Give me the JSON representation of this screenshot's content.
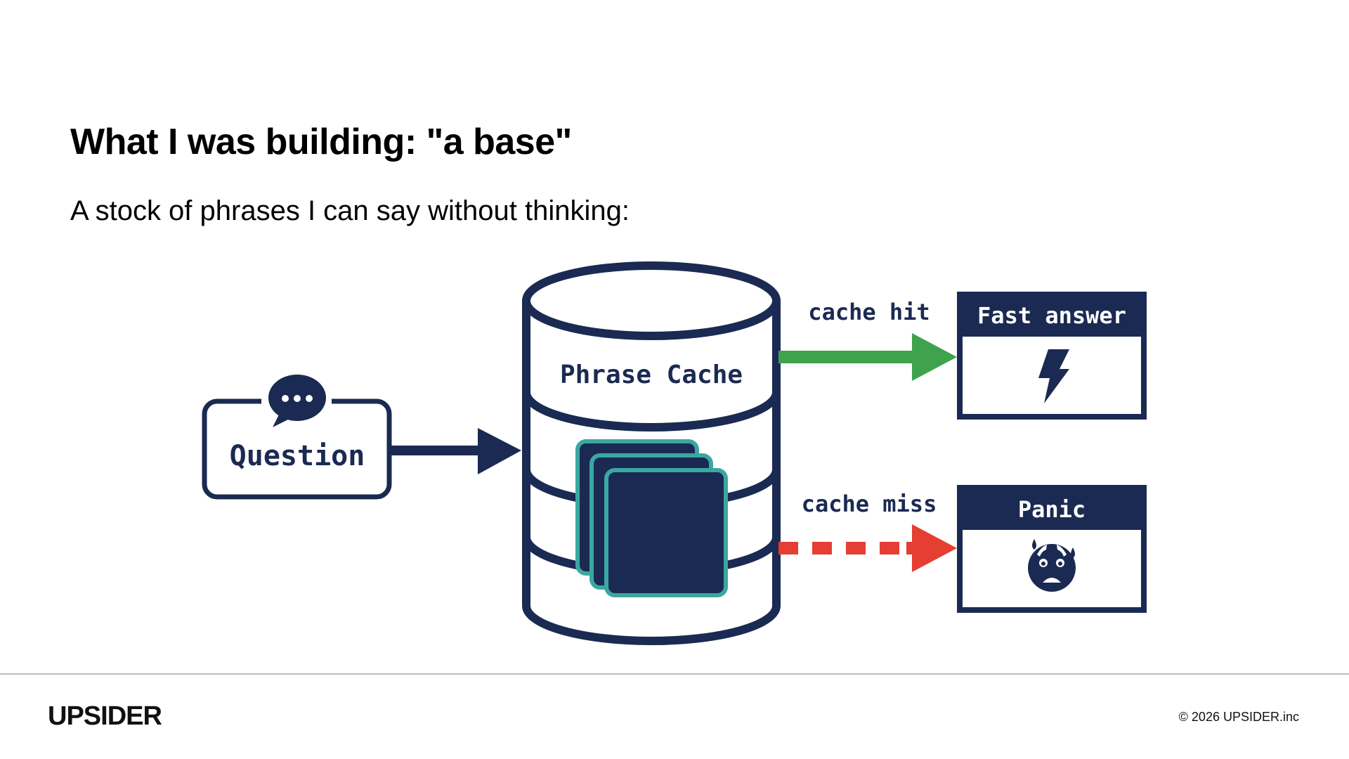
{
  "slide": {
    "title": "What I was building: \"a base\"",
    "subtitle": "A stock of phrases I can say without thinking:"
  },
  "diagram": {
    "input_label": "Question",
    "cache_label": "Phrase Cache",
    "hit_label": "cache hit",
    "miss_label": "cache miss",
    "hit_box_title": "Fast answer",
    "miss_box_title": "Panic",
    "icons": [
      "speech-bubble-icon",
      "lightning-bolt-icon",
      "anxious-face-icon"
    ],
    "colors": {
      "navy": "#1b2a52",
      "hit": "#3fa34d",
      "miss": "#e53e33",
      "teal": "#3aa8a0"
    }
  },
  "footer": {
    "logo": "UPSIDER",
    "copyright": "© 2026 UPSIDER.inc"
  }
}
